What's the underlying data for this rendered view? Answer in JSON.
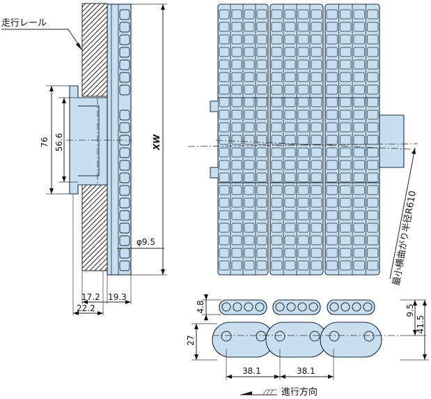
{
  "labels": {
    "rail": "走行レール",
    "direction": "進行方向",
    "min_radius": "最小横曲がり半径R610"
  },
  "dimensions": {
    "d76": "76",
    "d56_6": "56.6",
    "xw": "XW",
    "phi9_5": "φ9.5",
    "d17_2": "17.2",
    "d19_3": "19.3",
    "d22_2": "22.2",
    "d4_8": "4.8",
    "d27": "27",
    "d9_5": "9.5",
    "d41_5": "41.5",
    "pitch_a": "38.1",
    "pitch_b": "38.1"
  },
  "colors": {
    "part_fill": "#c8dff2",
    "outline": "#1a2a3a",
    "hatch": "#222222"
  }
}
